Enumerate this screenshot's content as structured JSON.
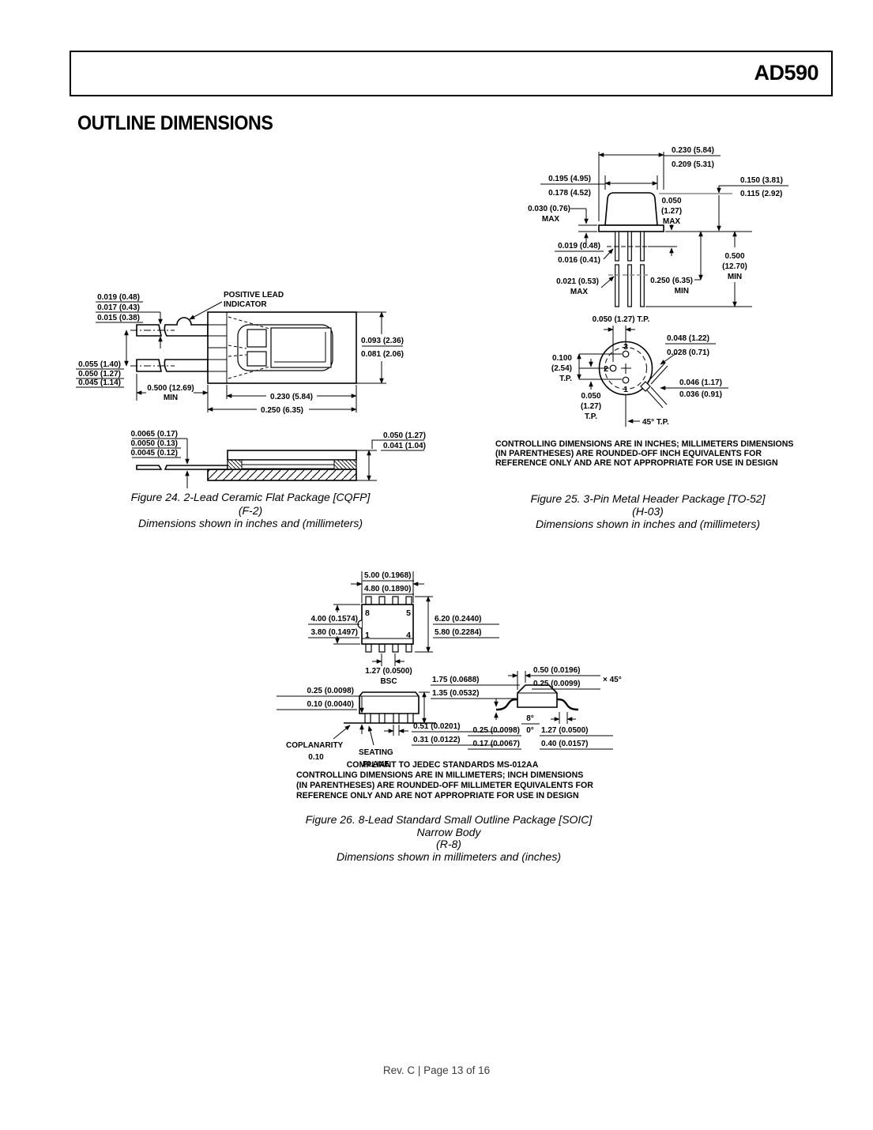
{
  "header": {
    "part": "AD590"
  },
  "section_title": "OUTLINE DIMENSIONS",
  "footer": "Rev. C | Page 13 of 16",
  "fig24": {
    "dims": {
      "lead_th_max": "0.019 (0.48)",
      "lead_th_nom": "0.017 (0.43)",
      "lead_th_min": "0.015 (0.38)",
      "positive_lead_1": "POSITIVE LEAD",
      "positive_lead_2": "INDICATOR",
      "body_h_max": "0.093 (2.36)",
      "body_h_min": "0.081 (2.06)",
      "lead_sp_max": "0.055 (1.40)",
      "lead_sp_nom": "0.050 (1.27)",
      "lead_sp_min": "0.045 (1.14)",
      "lead_len": "0.500 (12.69)",
      "lead_len_q": "MIN",
      "cavity_w": "0.230 (5.84)",
      "body_w": "0.250 (6.35)",
      "lead_t_max": "0.0065 (0.17)",
      "lead_t_nom": "0.0050 (0.13)",
      "lead_t_min": "0.0045 (0.12)",
      "pkg_t_max": "0.050 (1.27)",
      "pkg_t_min": "0.041 (1.04)"
    },
    "caption": [
      "Figure 24. 2-Lead Ceramic Flat Package [CQFP]",
      "(F-2)",
      "Dimensions shown in inches and (millimeters)"
    ]
  },
  "fig25": {
    "dims": {
      "flange_d_max": "0.230 (5.84)",
      "flange_d_min": "0.209 (5.31)",
      "cap_d_max": "0.195 (4.95)",
      "cap_d_min": "0.178 (4.52)",
      "cap_h_max": "0.150 (3.81)",
      "cap_h_min": "0.115 (2.92)",
      "flange_t": "0.030 (0.76)",
      "flange_t_q": "MAX",
      "standoff_1": "0.050",
      "standoff_2": "(1.27)",
      "standoff_3": "MAX",
      "lead_d_max": "0.019 (0.48)",
      "lead_d_min": "0.016 (0.41)",
      "lead_d2": "0.021 (0.53)",
      "lead_d2_q": "MAX",
      "lead_l2": "0.250 (6.35)",
      "lead_l2_q": "MIN",
      "lead_l_1": "0.500",
      "lead_l_2": "(12.70)",
      "lead_l_3": "MIN",
      "pitch_tp": "0.050 (1.27) T.P.",
      "spacing_1": "0.100",
      "spacing_2": "(2.54)",
      "spacing_3": "T.P.",
      "off_1": "0.050",
      "off_2": "(1.27)",
      "off_3": "T.P.",
      "tab_w_max": "0.048 (1.22)",
      "tab_w_min": "0.028 (0.71)",
      "tab_l_max": "0.046 (1.17)",
      "tab_l_min": "0.036 (0.91)",
      "tab_angle": "45° T.P.",
      "pin1": "1",
      "pin2": "2",
      "pin3": "3"
    },
    "note": [
      "CONTROLLING DIMENSIONS ARE IN INCHES; MILLIMETERS DIMENSIONS",
      "(IN PARENTHESES) ARE ROUNDED-OFF INCH EQUIVALENTS FOR",
      "REFERENCE ONLY AND ARE NOT APPROPRIATE FOR USE IN DESIGN"
    ],
    "caption": [
      "Figure 25. 3-Pin Metal Header Package [TO-52]",
      "(H-03)",
      "Dimensions shown in inches and (millimeters)"
    ]
  },
  "fig26": {
    "dims": {
      "width_max": "5.00 (0.1968)",
      "width_min": "4.80 (0.1890)",
      "body_w_max": "4.00 (0.1574)",
      "body_w_min": "3.80 (0.1497)",
      "span_max": "6.20 (0.2440)",
      "span_min": "5.80 (0.2284)",
      "pitch": "1.27 (0.0500)",
      "pitch_q": "BSC",
      "height_max": "1.75 (0.0688)",
      "height_min": "1.35 (0.0532)",
      "standoff_max": "0.25 (0.0098)",
      "standoff_min": "0.10 (0.0040)",
      "copl_1": "COPLANARITY",
      "copl_2": "0.10",
      "seat_1": "SEATING",
      "seat_2": "PLANE",
      "leadw_max": "0.51 (0.0201)",
      "leadw_min": "0.31 (0.0122)",
      "chamf_max": "0.50 (0.0196)",
      "chamf_min": "0.25 (0.0099)",
      "chamf_ang": "× 45°",
      "ang_max": "8°",
      "ang_min": "0°",
      "leadt_max": "0.25 (0.0098)",
      "leadt_min": "0.17 (0.0067)",
      "foot_max": "1.27 (0.0500)",
      "foot_min": "0.40 (0.0157)",
      "pin8": "8",
      "pin5": "5",
      "pin1": "1",
      "pin4": "4"
    },
    "note": [
      "COMPLIANT TO JEDEC STANDARDS MS-012AA",
      "CONTROLLING DIMENSIONS ARE IN MILLIMETERS; INCH DIMENSIONS",
      "(IN PARENTHESES) ARE ROUNDED-OFF MILLIMETER EQUIVALENTS FOR",
      "REFERENCE ONLY AND ARE NOT APPROPRIATE FOR USE IN DESIGN"
    ],
    "caption": [
      "Figure 26. 8-Lead Standard Small Outline Package [SOIC]",
      "Narrow Body",
      "(R-8)",
      "Dimensions shown in millimeters and (inches)"
    ]
  }
}
